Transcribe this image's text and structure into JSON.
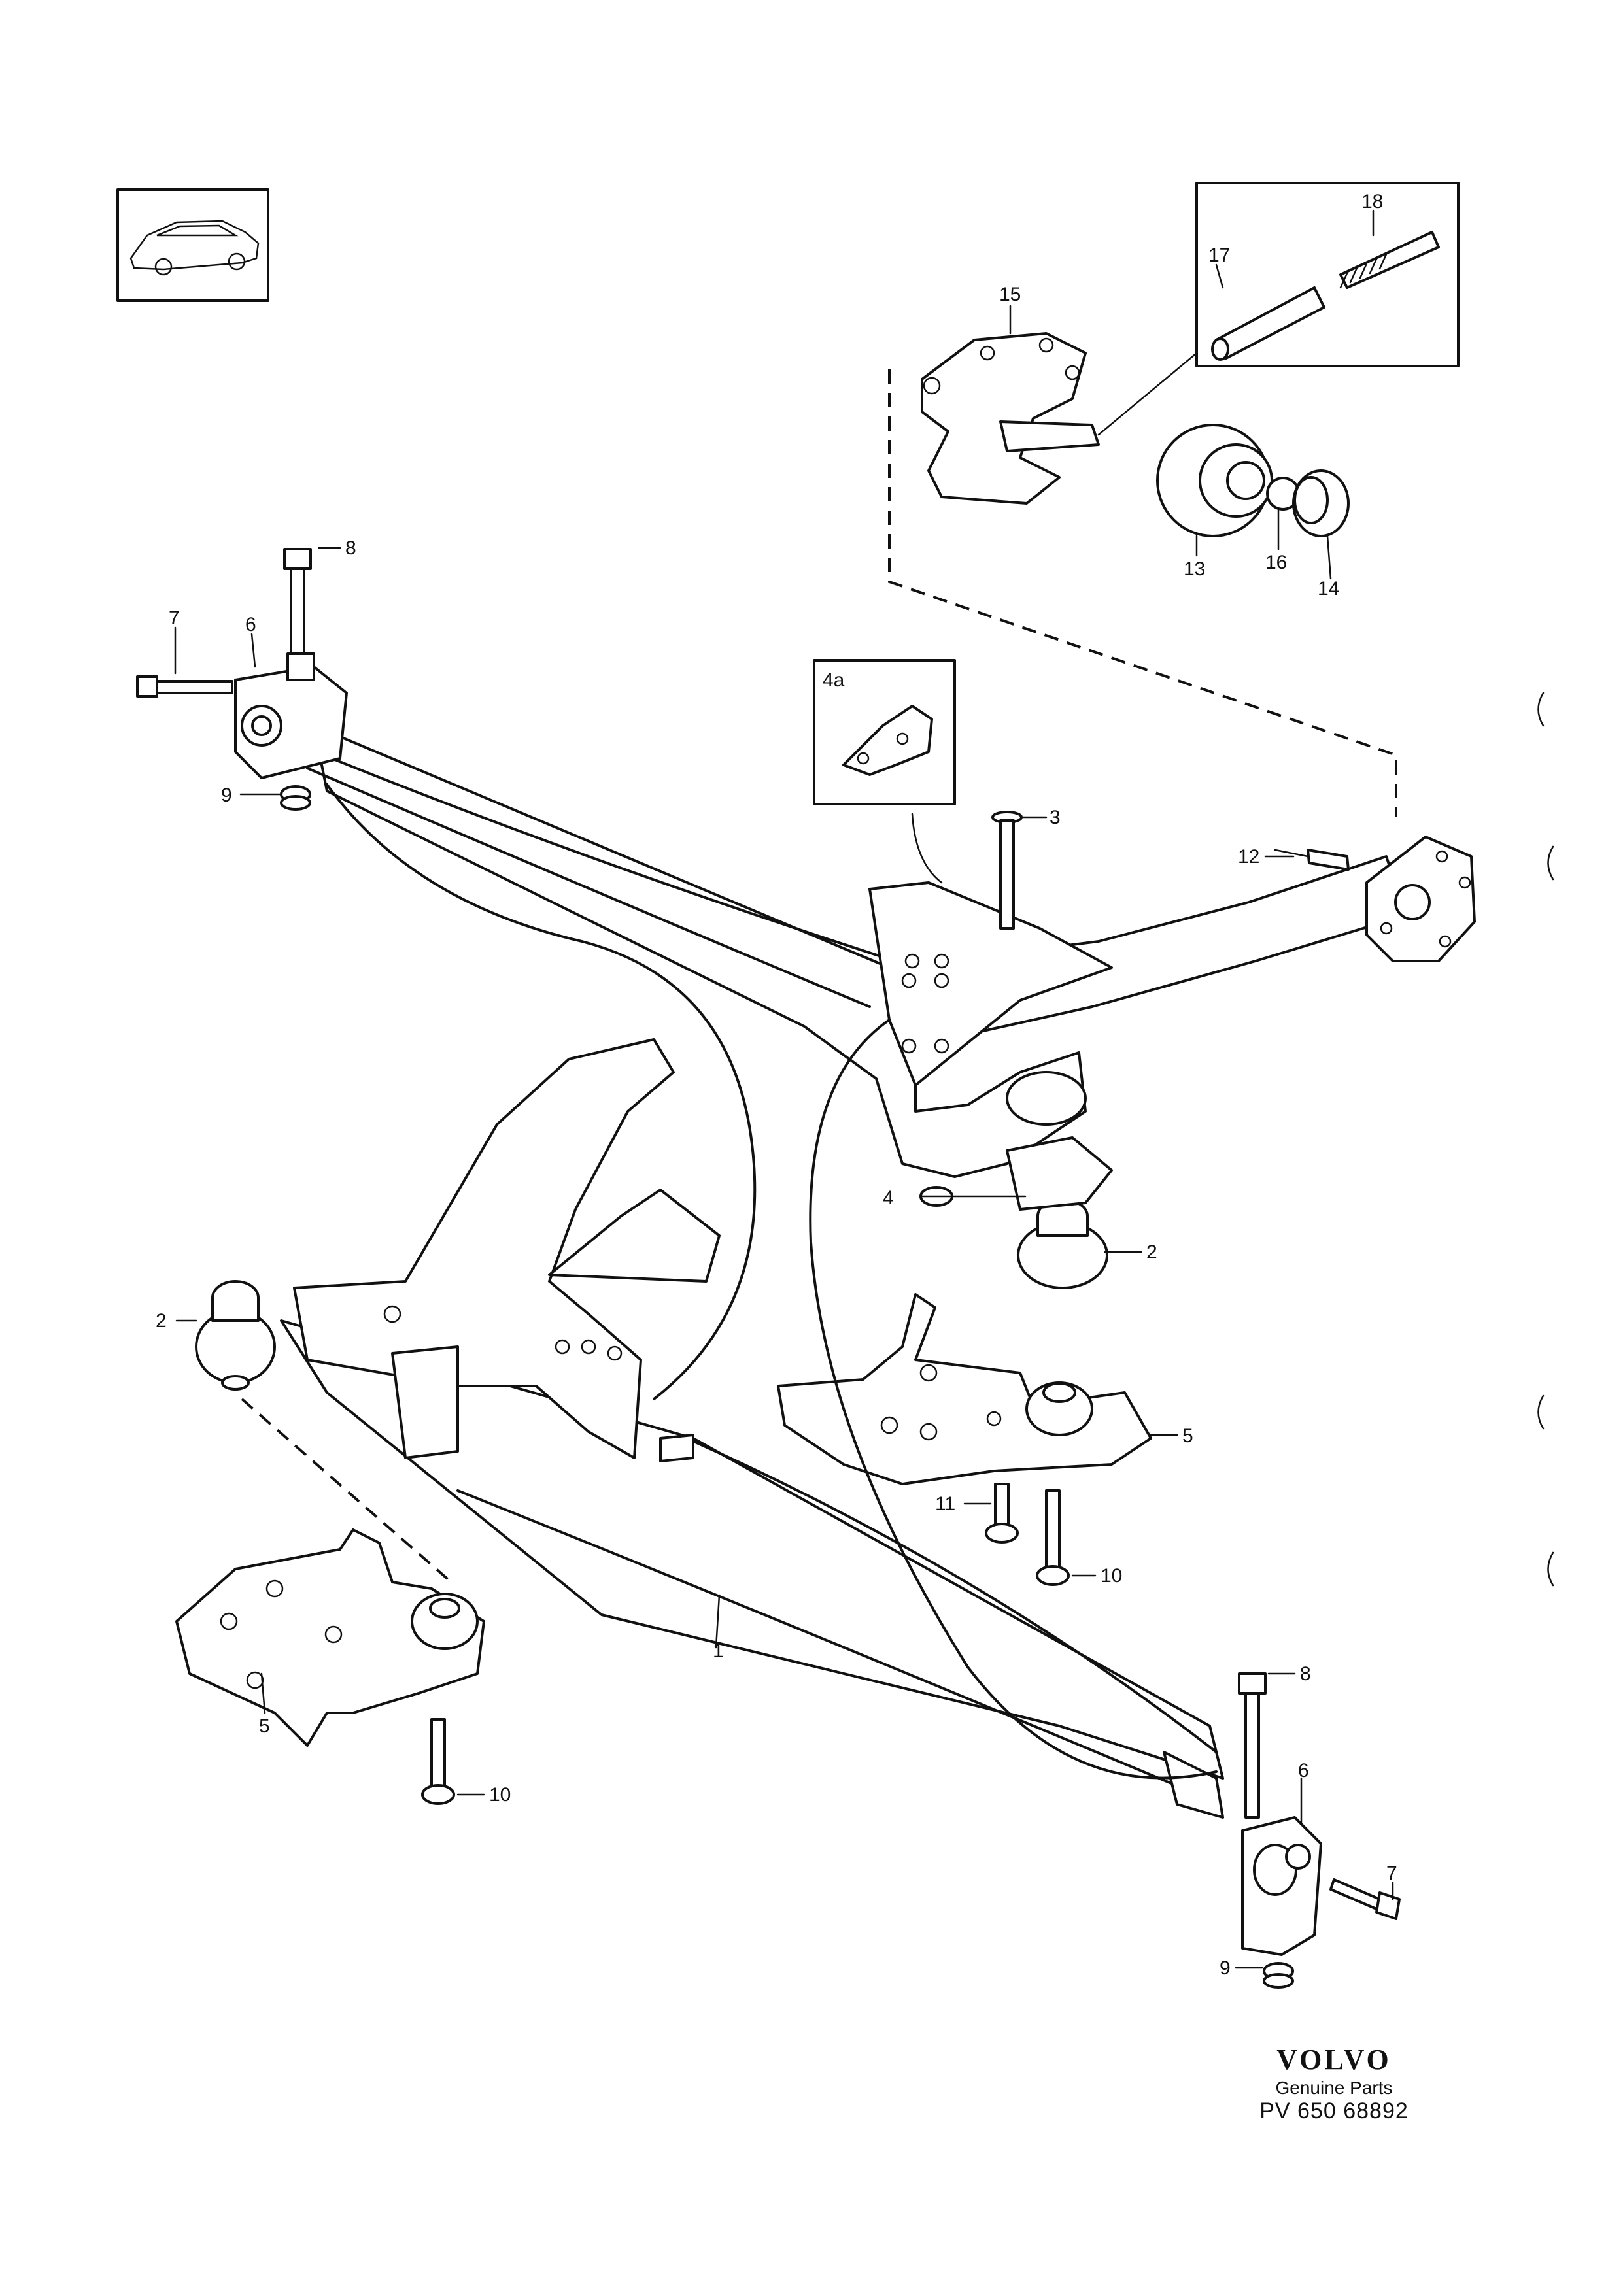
{
  "diagram": {
    "type": "exploded parts diagram",
    "subject": "rear axle assembly",
    "callouts": [
      {
        "id": "c1",
        "label": "1"
      },
      {
        "id": "c2a",
        "label": "2"
      },
      {
        "id": "c2b",
        "label": "2"
      },
      {
        "id": "c3",
        "label": "3"
      },
      {
        "id": "c4",
        "label": "4"
      },
      {
        "id": "c4a",
        "label": "4a"
      },
      {
        "id": "c5a",
        "label": "5"
      },
      {
        "id": "c5b",
        "label": "5"
      },
      {
        "id": "c6a",
        "label": "6"
      },
      {
        "id": "c6b",
        "label": "6"
      },
      {
        "id": "c7a",
        "label": "7"
      },
      {
        "id": "c7b",
        "label": "7"
      },
      {
        "id": "c8a",
        "label": "8"
      },
      {
        "id": "c8b",
        "label": "8"
      },
      {
        "id": "c9a",
        "label": "9"
      },
      {
        "id": "c9b",
        "label": "9"
      },
      {
        "id": "c10a",
        "label": "10"
      },
      {
        "id": "c10b",
        "label": "10"
      },
      {
        "id": "c11",
        "label": "11"
      },
      {
        "id": "c12",
        "label": "12"
      },
      {
        "id": "c13",
        "label": "13"
      },
      {
        "id": "c14",
        "label": "14"
      },
      {
        "id": "c15",
        "label": "15"
      },
      {
        "id": "c16",
        "label": "16"
      },
      {
        "id": "c17",
        "label": "17"
      },
      {
        "id": "c18",
        "label": "18"
      }
    ]
  },
  "footer": {
    "brand": "VOLVO",
    "subtitle": "Genuine Parts",
    "code": "PV 650 68892"
  }
}
